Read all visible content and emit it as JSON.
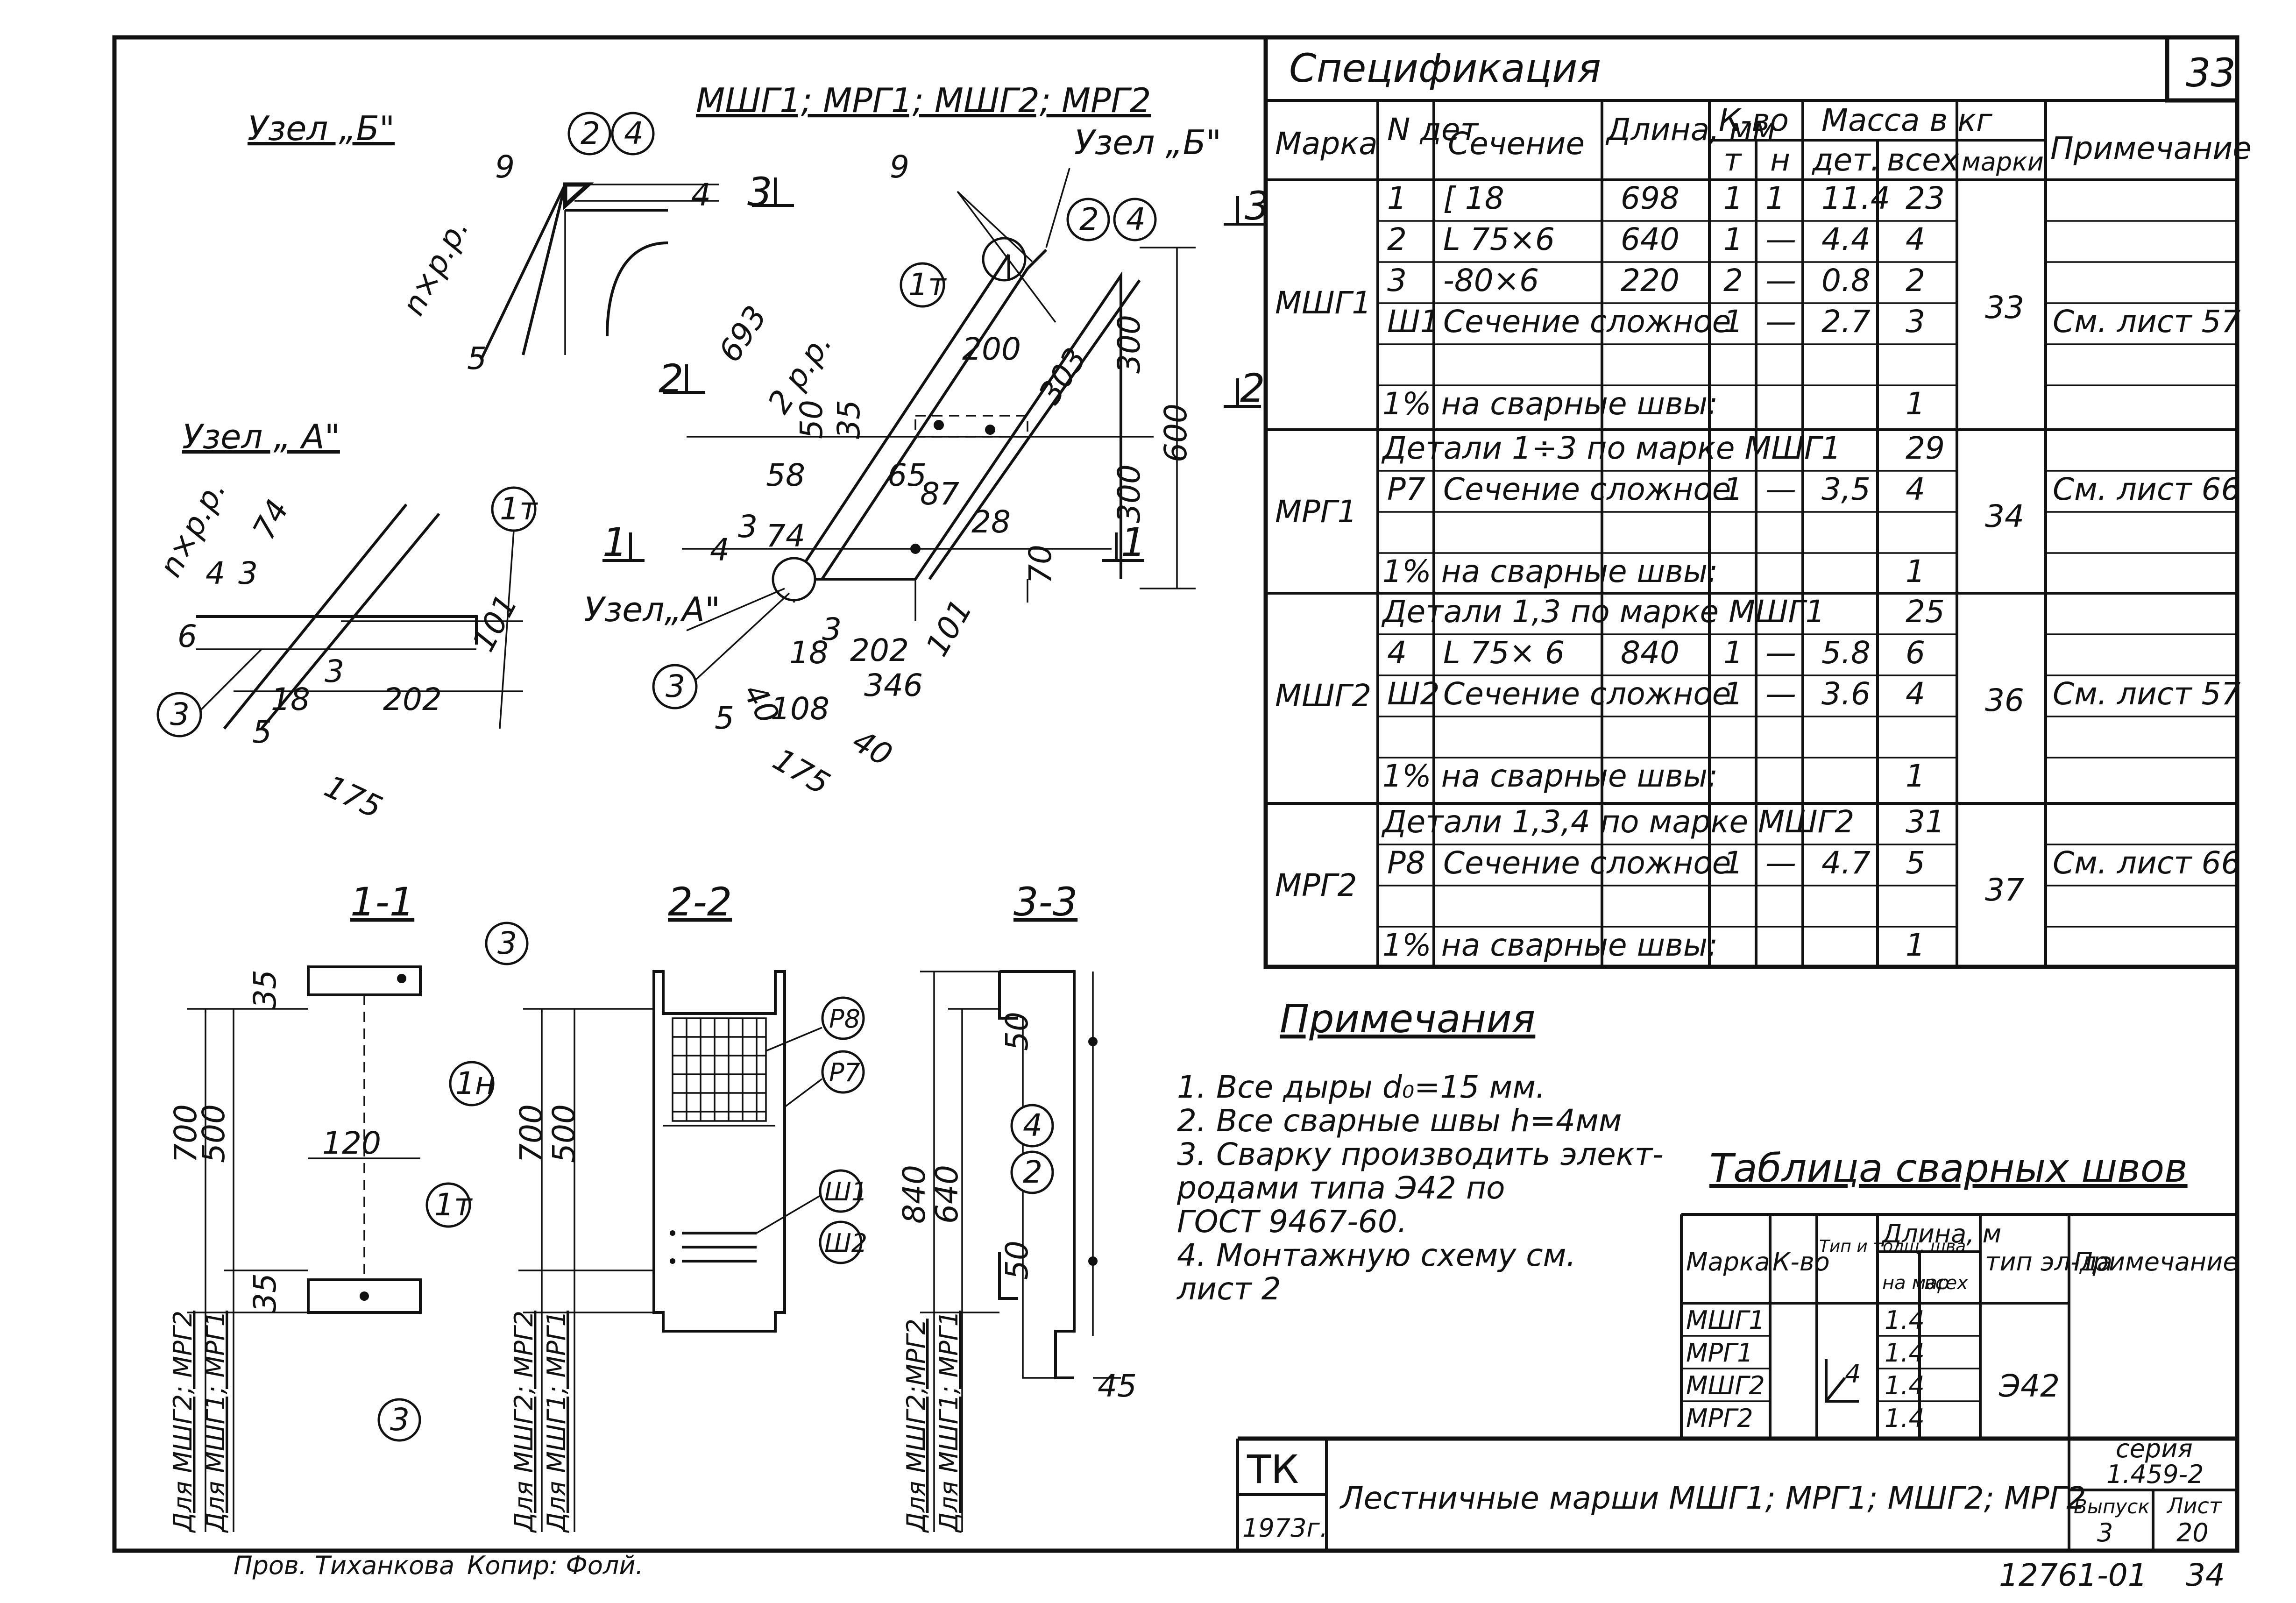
{
  "sheet_number_top": "33",
  "page_number_bottom": "34",
  "doc_number": "12761-01",
  "left_views": {
    "node_b_title": "Узел „Б\"",
    "node_a_title": "Узел „ А\"",
    "main_title": "МШГ1; МРГ1; МШГ2; МРГ2",
    "node_b_label": "Узел „Б\"",
    "node_a_label": "Узел„А\"",
    "callouts": [
      "2",
      "4",
      "1т",
      "3",
      "1н",
      "Р8",
      "Р7",
      "Ш1",
      "Ш2"
    ],
    "dims_node_b": [
      "9",
      "4",
      "n×p.p.",
      "5"
    ],
    "dims_node_a": [
      "n×p.p.",
      "74",
      "4",
      "3",
      "6",
      "101",
      "18",
      "3",
      "202",
      "5",
      "175"
    ],
    "dims_main": [
      "9",
      "693",
      "2 p.p.",
      "200",
      "303",
      "300",
      "600",
      "300",
      "50",
      "35",
      "58",
      "65",
      "87",
      "28",
      "74",
      "3",
      "4",
      "70",
      "101",
      "202",
      "346",
      "40",
      "18",
      "3",
      "108",
      "40",
      "5",
      "175"
    ],
    "section_markers": [
      "3",
      "3",
      "2",
      "2",
      "1",
      "1"
    ],
    "section_titles": [
      "1-1",
      "2-2",
      "3-3"
    ],
    "section_dims": [
      "35",
      "700",
      "500",
      "120",
      "35",
      "700",
      "500",
      "50",
      "840",
      "640",
      "50",
      "45"
    ],
    "section_side_labels": [
      "Для МШГ2; МРГ2",
      "Для МШГ1; МРГ1",
      "Для МШГ2; МРГ2",
      "Для МШГ1; МРГ1",
      "Для МШГ2;МРГ2",
      "Для МШГ1; МРГ1"
    ]
  },
  "spec": {
    "title": "Спецификация",
    "headers": {
      "mark": "Марка",
      "det_no": "N дет",
      "section": "Сечение",
      "length": "Длина, мм",
      "qty": "К-во",
      "qty_t": "т",
      "qty_n": "н",
      "mass": "Масса в кг",
      "mass_det": "дет.",
      "mass_all": "всех",
      "mass_mark": "марки",
      "note": "Примечание"
    },
    "groups": [
      {
        "mark": "МШГ1",
        "mark_mass": "33",
        "rows": [
          {
            "det": "1",
            "section": "[ 18",
            "length": "698",
            "t": "1",
            "n": "1",
            "m_det": "11.4",
            "m_all": "23",
            "note": ""
          },
          {
            "det": "2",
            "section": "L 75×6",
            "length": "640",
            "t": "1",
            "n": "—",
            "m_det": "4.4",
            "m_all": "4",
            "note": ""
          },
          {
            "det": "3",
            "section": "-80×6",
            "length": "220",
            "t": "2",
            "n": "—",
            "m_det": "0.8",
            "m_all": "2",
            "note": ""
          },
          {
            "det": "Ш1",
            "section": "Сечение сложное",
            "length": "",
            "t": "1",
            "n": "—",
            "m_det": "2.7",
            "m_all": "3",
            "note": "См. лист 57"
          },
          {
            "det": "",
            "section": "",
            "length": "",
            "t": "",
            "n": "",
            "m_det": "",
            "m_all": "",
            "note": ""
          },
          {
            "det": "",
            "section": "1% на сварные  швы:",
            "length": "",
            "t": "",
            "n": "",
            "m_det": "",
            "m_all": "1",
            "note": ""
          }
        ]
      },
      {
        "mark": "МРГ1",
        "mark_mass": "34",
        "rows": [
          {
            "det": "",
            "section": "Детали 1÷3 по марке МШГ1",
            "length": "",
            "t": "",
            "n": "",
            "m_det": "",
            "m_all": "29",
            "note": ""
          },
          {
            "det": "Р7",
            "section": "Сечение сложное",
            "length": "",
            "t": "1",
            "n": "—",
            "m_det": "3,5",
            "m_all": "4",
            "note": "См. лист 66"
          },
          {
            "det": "",
            "section": "",
            "length": "",
            "t": "",
            "n": "",
            "m_det": "",
            "m_all": "",
            "note": ""
          },
          {
            "det": "",
            "section": "1% на сварные  швы:",
            "length": "",
            "t": "",
            "n": "",
            "m_det": "",
            "m_all": "1",
            "note": ""
          }
        ]
      },
      {
        "mark": "МШГ2",
        "mark_mass": "36",
        "rows": [
          {
            "det": "",
            "section": "Детали 1,3 по марке МШГ1",
            "length": "",
            "t": "",
            "n": "",
            "m_det": "",
            "m_all": "25",
            "note": ""
          },
          {
            "det": "4",
            "section": "L 75× 6",
            "length": "840",
            "t": "1",
            "n": "—",
            "m_det": "5.8",
            "m_all": "6",
            "note": ""
          },
          {
            "det": "Ш2",
            "section": "Сечение сложное",
            "length": "",
            "t": "1",
            "n": "—",
            "m_det": "3.6",
            "m_all": "4",
            "note": "См. лист 57"
          },
          {
            "det": "",
            "section": "",
            "length": "",
            "t": "",
            "n": "",
            "m_det": "",
            "m_all": "",
            "note": ""
          },
          {
            "det": "",
            "section": "1% на сварные  швы:",
            "length": "",
            "t": "",
            "n": "",
            "m_det": "",
            "m_all": "1",
            "note": ""
          }
        ]
      },
      {
        "mark": "МРГ2",
        "mark_mass": "37",
        "rows": [
          {
            "det": "",
            "section": "Детали 1,3,4 по марке МШГ2",
            "length": "",
            "t": "",
            "n": "",
            "m_det": "",
            "m_all": "31",
            "note": ""
          },
          {
            "det": "Р8",
            "section": "Сечение сложное",
            "length": "",
            "t": "1",
            "n": "—",
            "m_det": "4.7",
            "m_all": "5",
            "note": "См. лист 66"
          },
          {
            "det": "",
            "section": "",
            "length": "",
            "t": "",
            "n": "",
            "m_det": "",
            "m_all": "",
            "note": ""
          },
          {
            "det": "",
            "section": "1% на сварные  швы:",
            "length": "",
            "t": "",
            "n": "",
            "m_det": "",
            "m_all": "1",
            "note": ""
          }
        ]
      }
    ]
  },
  "notes": {
    "title": "Примечания",
    "items": [
      "1.  Все дыры d₀=15 мм.",
      "2.  Все сварные швы h=4мм",
      "3.  Сварку производить элект-",
      "     родами типа Э42 по",
      "     ГОСТ 9467-60.",
      "4.  Монтажную схему см.",
      "     лист 2"
    ]
  },
  "weld_table": {
    "title": "Таблица сварных швов",
    "headers": {
      "mark": "Марка",
      "qty": "К-во",
      "type": "Тип и толщ. шва",
      "length": "Длина, м",
      "len_mark": "на мар",
      "len_all": "всех",
      "el_type": "тип эл-да",
      "note": "Примечание"
    },
    "weld_symbol": "4",
    "electrode": "Э42",
    "rows": [
      {
        "mark": "МШГ1",
        "len_mark": "1.4"
      },
      {
        "mark": "МРГ1",
        "len_mark": "1.4"
      },
      {
        "mark": "МШГ2",
        "len_mark": "1.4"
      },
      {
        "mark": "МРГ2",
        "len_mark": "1.4"
      }
    ]
  },
  "title_block": {
    "org": "ТК",
    "year": "1973г.",
    "title": "Лестничные марши МШГ1; МРГ1; МШГ2; МРГ2",
    "series_label": "серия",
    "series": "1.459-2",
    "issue_label": "Выпуск",
    "issue": "3",
    "sheet_label": "Лист",
    "sheet": "20"
  },
  "signatures": {
    "checked": "Пров. Тиханкова",
    "copied": "Копир: Фолй."
  }
}
